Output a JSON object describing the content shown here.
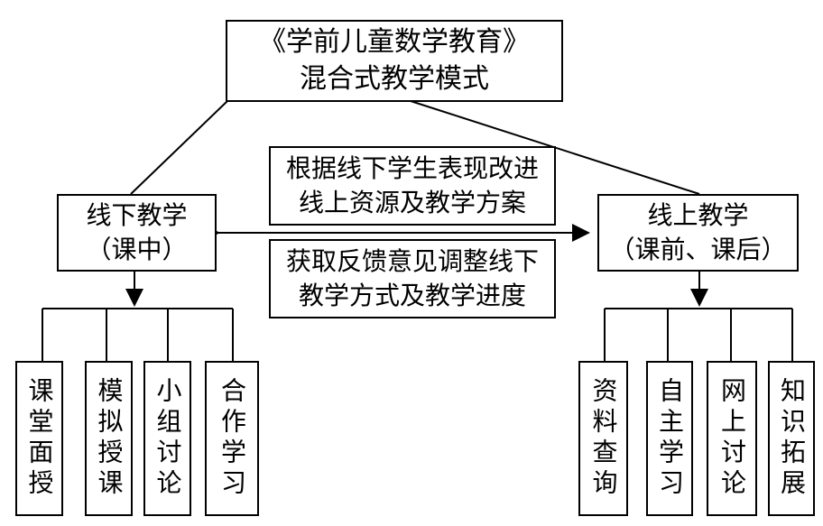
{
  "root": {
    "line1": "《学前儿童数学教育》",
    "line2": "混合式教学模式"
  },
  "offline": {
    "line1": "线下教学",
    "line2": "（课中）"
  },
  "online": {
    "line1": "线上教学",
    "line2": "（课前、课后）"
  },
  "feedback_top": {
    "line1": "根据线下学生表现改进",
    "line2": "线上资源及教学方案"
  },
  "feedback_bottom": {
    "line1": "获取反馈意见调整线下",
    "line2": "教学方式及教学进度"
  },
  "offline_items": [
    "课堂面授",
    "模拟授课",
    "小组讨论",
    "合作学习"
  ],
  "online_items": [
    "资料查询",
    "自主学习",
    "网上讨论",
    "知识拓展"
  ]
}
